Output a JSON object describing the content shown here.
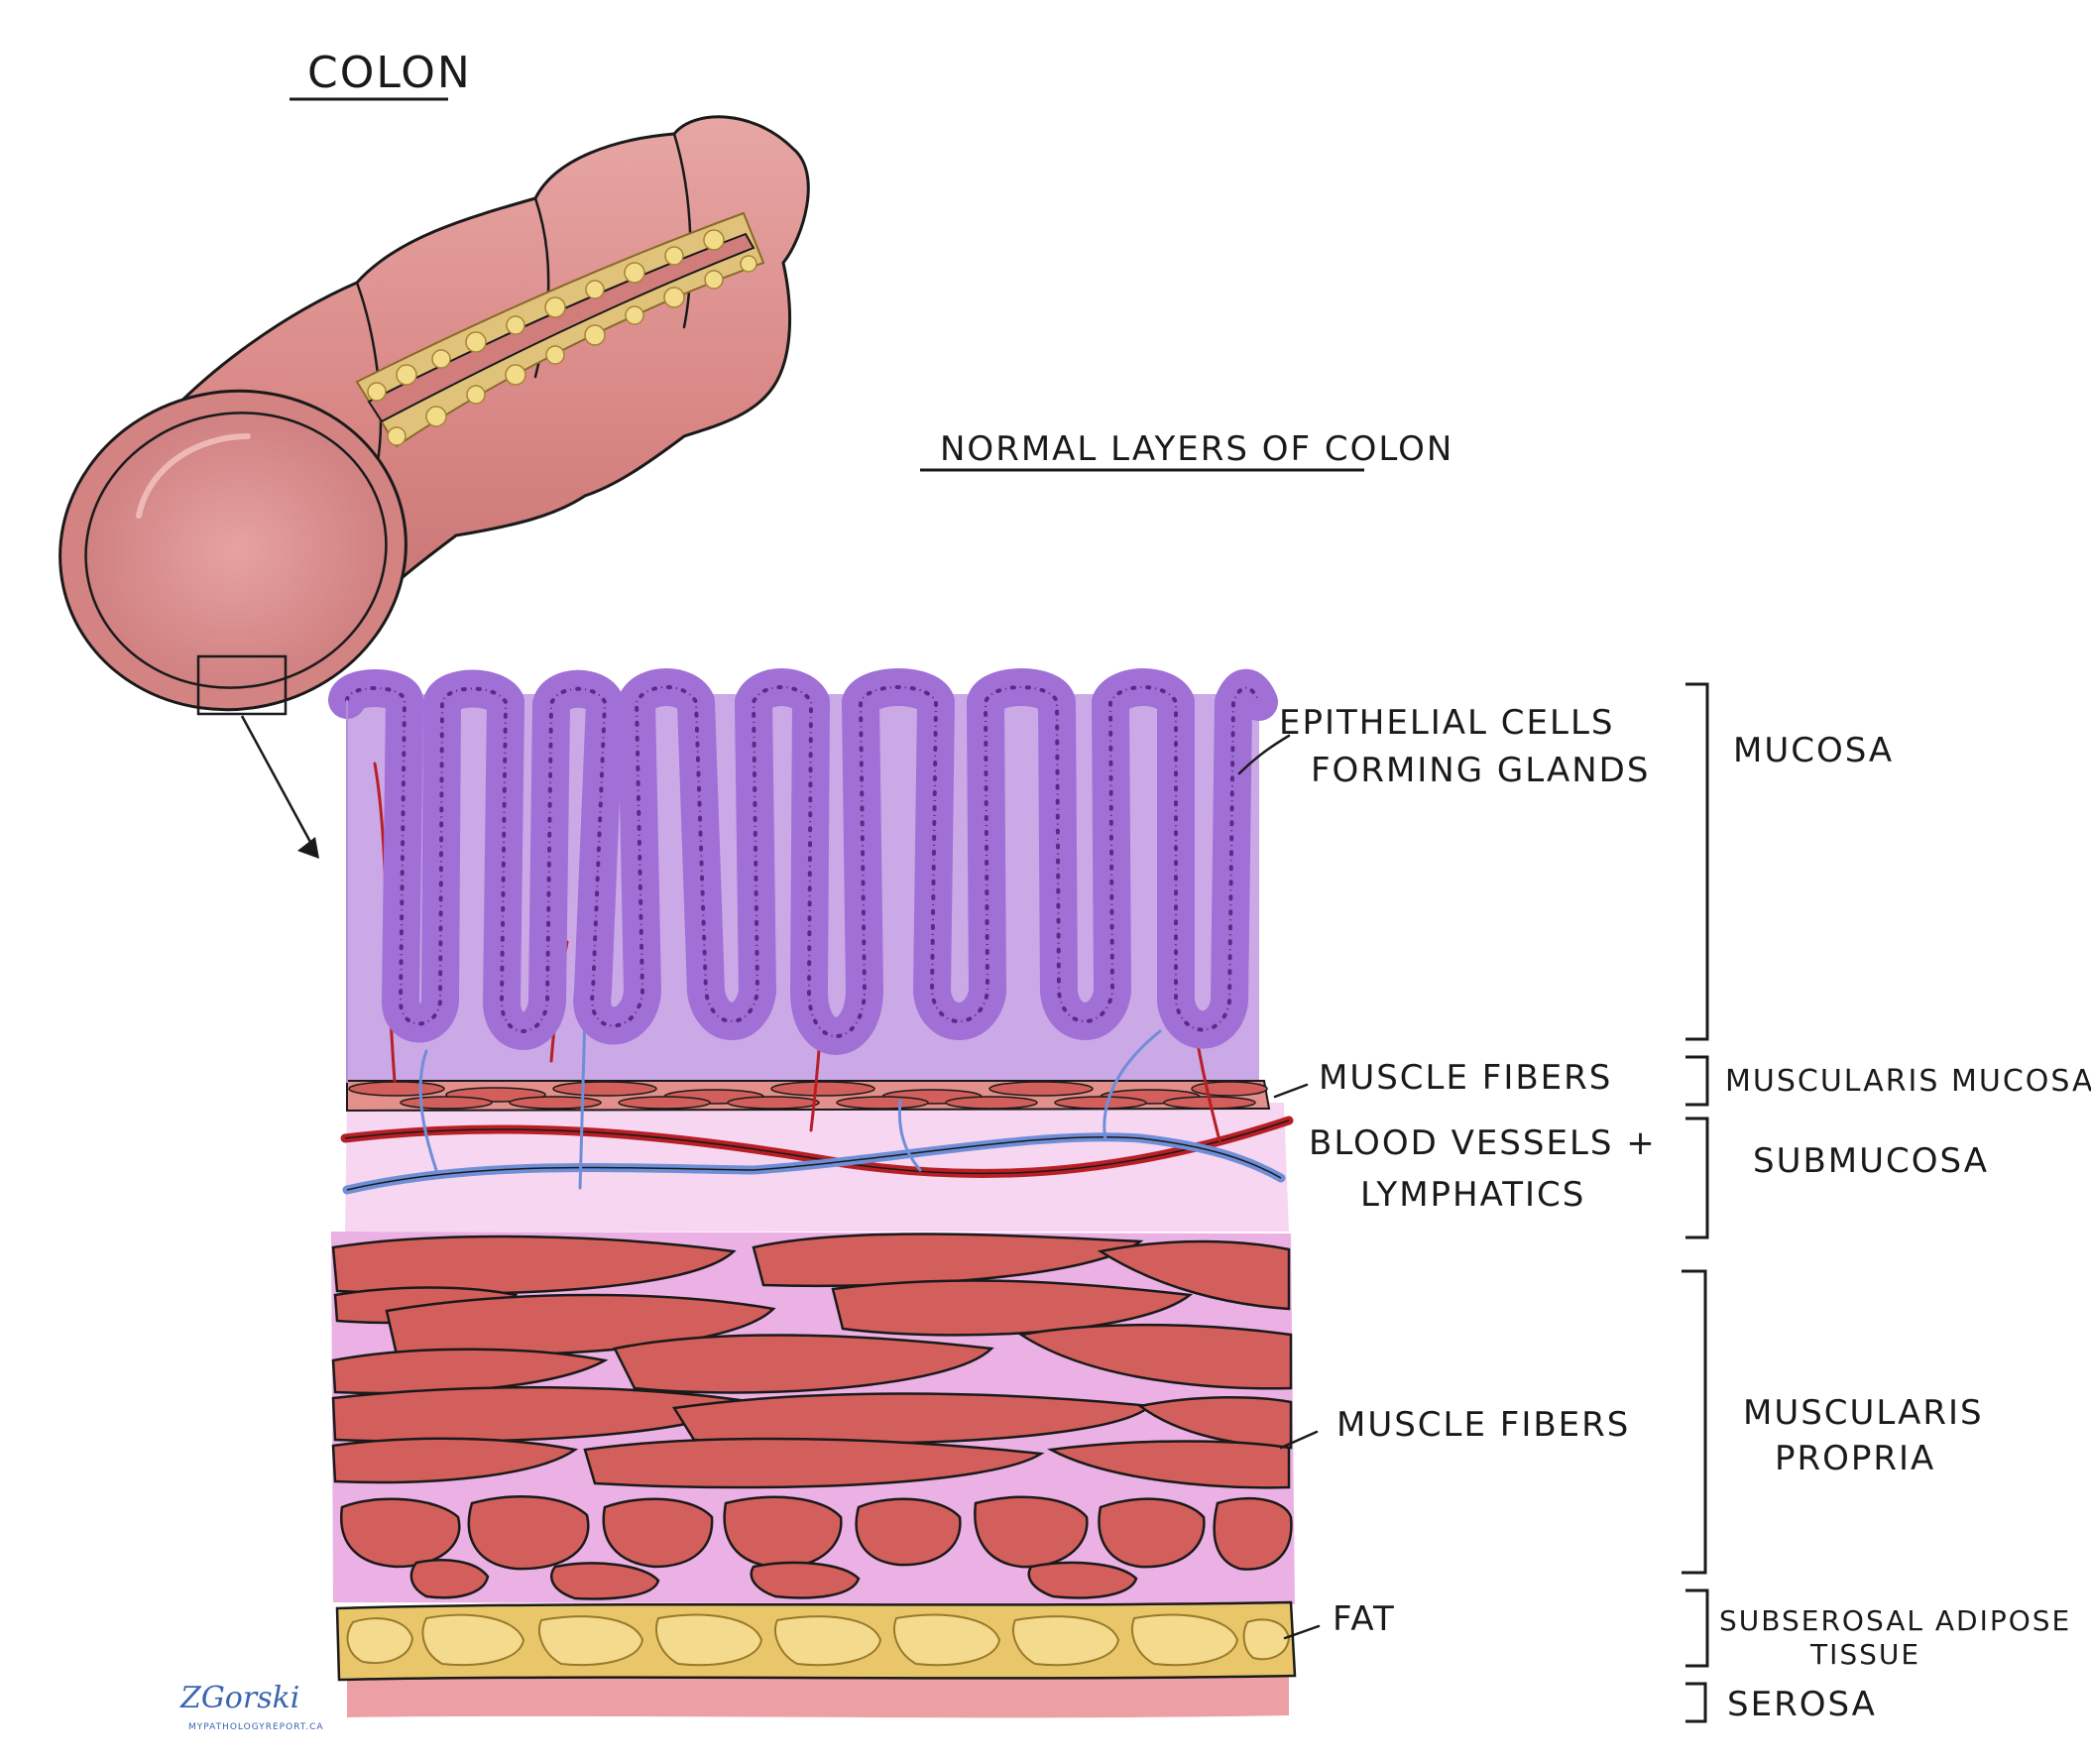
{
  "titles": {
    "colon": "COLON",
    "section": "NORMAL LAYERS OF COLON"
  },
  "labels": {
    "epithelial_line1": "EPITHELIAL CELLS",
    "epithelial_line2": "FORMING GLANDS",
    "muscle_fibers_upper": "MUSCLE FIBERS",
    "vessels_line1": "BLOOD VESSELS +",
    "vessels_line2": "LYMPHATICS",
    "muscle_fibers_lower": "MUSCLE FIBERS",
    "fat": "FAT"
  },
  "layers": {
    "mucosa": "MUCOSA",
    "muscularis_mucosa": "MUSCULARIS MUCOSA",
    "submucosa": "SUBMUCOSA",
    "muscularis_propria_line1": "MUSCULARIS",
    "muscularis_propria_line2": "PROPRIA",
    "subserosal_line1": "SUBSEROSAL ADIPOSE",
    "subserosal_line2": "TISSUE",
    "serosa": "SEROSA"
  },
  "signature": {
    "name": "ZGorski",
    "site": "MYPATHOLOGYREPORT.CA"
  },
  "colors": {
    "colon_pink": "#d98886",
    "colon_dark": "#b5605f",
    "lamina_purple": "#c9a6e4",
    "epithelium": "#a070d6",
    "nuclei": "#5b2a88",
    "muscle_red": "#d0605c",
    "submucosa_pink": "#f6d4f0",
    "fat_yellow": "#e8c65e",
    "serosa_pink": "#ec9a9c",
    "artery": "#b81f24",
    "vein": "#6f8ed8"
  }
}
